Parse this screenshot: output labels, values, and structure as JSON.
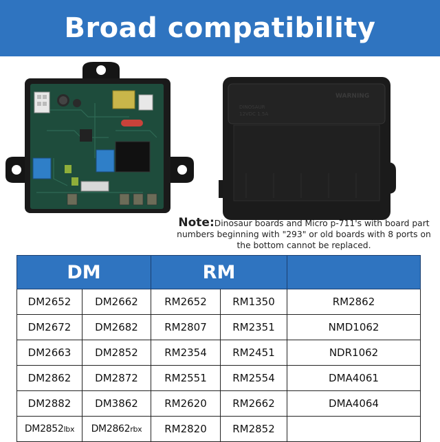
{
  "banner": {
    "title": "Broad compatibility"
  },
  "note": {
    "label": "Note:",
    "text": "Dinosaur boards and Micro p-711's with board part numbers beginning with \"293\" or old boards with 8 ports on the bottom cannot be replaced."
  },
  "box_label": {
    "warning": "WARNING",
    "line1": "DINOSAUR",
    "line2": "12VDC 1.5A"
  },
  "table": {
    "headers": [
      "DM",
      "RM",
      ""
    ],
    "rows": [
      [
        "DM2652",
        "DM2662",
        "RM2652",
        "RM1350",
        "RM2862"
      ],
      [
        "DM2672",
        "DM2682",
        "RM2807",
        "RM2351",
        "NMD1062"
      ],
      [
        "DM2663",
        "DM2852",
        "RM2354",
        "RM2451",
        "NDR1062"
      ],
      [
        "DM2862",
        "DM2872",
        "RM2551",
        "RM2554",
        "DMA4061"
      ],
      [
        "DM2882",
        "DM3862",
        "RM2620",
        "RM2662",
        "DMA4064"
      ]
    ],
    "last_row": {
      "dm1": "DM2852",
      "dm1_suffix": "lbx",
      "dm2": "DM2862",
      "dm2_suffix": "rbx",
      "rm1": "RM2820",
      "rm2": "RM2852",
      "other": ""
    }
  }
}
